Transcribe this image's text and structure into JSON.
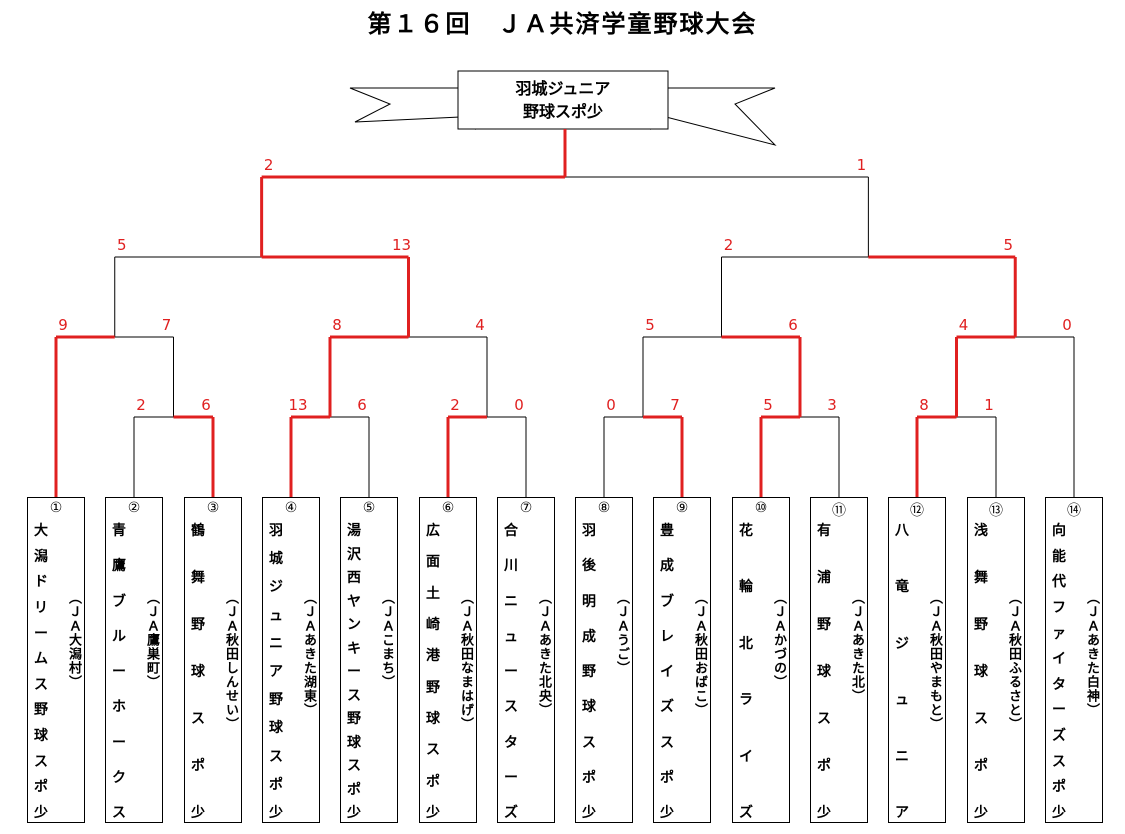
{
  "title": "第１６回　ＪＡ共済学童野球大会",
  "champion": {
    "line1": "羽城ジュニア",
    "line2": "野球スポ少"
  },
  "colors": {
    "winner_line": "#e02020",
    "loser_line": "#000000",
    "score_text": "#e02020"
  },
  "teams": [
    {
      "num": "①",
      "name": "大潟ドリームス野球スポ少",
      "org": "（ＪＡ大潟村）"
    },
    {
      "num": "②",
      "name": "青鷹ブルーホークス",
      "org": "（ＪＡ鷹巣町）"
    },
    {
      "num": "③",
      "name": "鶴舞野球スポ少",
      "org": "（ＪＡ秋田しんせい）"
    },
    {
      "num": "④",
      "name": "羽城ジュニア野球スポ少",
      "org": "（ＪＡあきた湖東）"
    },
    {
      "num": "⑤",
      "name": "湯沢西ヤンキース野球スポ少",
      "org": "（ＪＡこまち）"
    },
    {
      "num": "⑥",
      "name": "広面土崎港野球スポ少",
      "org": "（ＪＡ秋田なまはげ）"
    },
    {
      "num": "⑦",
      "name": "合川ニュースターズ",
      "org": "（ＪＡあきた北央）"
    },
    {
      "num": "⑧",
      "name": "羽後明成野球スポ少",
      "org": "（ＪＡうご）"
    },
    {
      "num": "⑨",
      "name": "豊成ブレイズスポ少",
      "org": "（ＪＡ秋田おばこ）"
    },
    {
      "num": "⑩",
      "name": "花輪北ライズ",
      "org": "（ＪＡかづの）"
    },
    {
      "num": "⑪",
      "name": "有浦野球スポ少",
      "org": "（ＪＡあきた北）"
    },
    {
      "num": "⑫",
      "name": "八竜ジュニア",
      "org": "（ＪＡ秋田やまもと）"
    },
    {
      "num": "⑬",
      "name": "浅舞野球スポ少",
      "org": "（ＪＡ秋田ふるさと）"
    },
    {
      "num": "⑭",
      "name": "向能代ファイターズスポ少",
      "org": "（ＪＡあきた白神）"
    }
  ],
  "matches": [
    {
      "id": "m1",
      "round": 1,
      "left": "t2",
      "right": "t3",
      "score_left": "2",
      "score_right": "6",
      "winner": "right"
    },
    {
      "id": "m2",
      "round": 1,
      "left": "t4",
      "right": "t5",
      "score_left": "13",
      "score_right": "6",
      "winner": "left"
    },
    {
      "id": "m3",
      "round": 1,
      "left": "t6",
      "right": "t7",
      "score_left": "2",
      "score_right": "0",
      "winner": "left"
    },
    {
      "id": "m4",
      "round": 1,
      "left": "t8",
      "right": "t9",
      "score_left": "0",
      "score_right": "7",
      "winner": "right"
    },
    {
      "id": "m5",
      "round": 1,
      "left": "t10",
      "right": "t11",
      "score_left": "5",
      "score_right": "3",
      "winner": "left"
    },
    {
      "id": "m6",
      "round": 1,
      "left": "t12",
      "right": "t13",
      "score_left": "8",
      "score_right": "1",
      "winner": "left"
    },
    {
      "id": "m7",
      "round": 2,
      "left": "t1",
      "right": "m1",
      "score_left": "9",
      "score_right": "7",
      "winner": "left"
    },
    {
      "id": "m8",
      "round": 2,
      "left": "m2",
      "right": "m3",
      "score_left": "8",
      "score_right": "4",
      "winner": "left"
    },
    {
      "id": "m9",
      "round": 2,
      "left": "m4",
      "right": "m5",
      "score_left": "5",
      "score_right": "6",
      "winner": "right"
    },
    {
      "id": "m10",
      "round": 2,
      "left": "m6",
      "right": "t14",
      "score_left": "4",
      "score_right": "0",
      "winner": "left"
    },
    {
      "id": "m11",
      "round": 3,
      "left": "m7",
      "right": "m8",
      "score_left": "5",
      "score_right": "13",
      "winner": "right"
    },
    {
      "id": "m12",
      "round": 3,
      "left": "m9",
      "right": "m10",
      "score_left": "2",
      "score_right": "5",
      "winner": "right"
    },
    {
      "id": "m13",
      "round": 4,
      "left": "m11",
      "right": "m12",
      "score_left": "2",
      "score_right": "1",
      "winner": "left"
    }
  ]
}
